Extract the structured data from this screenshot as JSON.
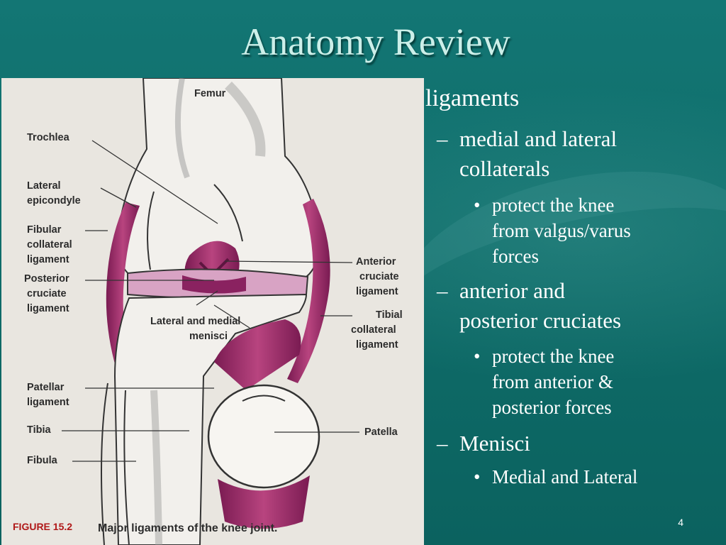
{
  "slide": {
    "title": "Anatomy Review",
    "page_number": "4"
  },
  "figure": {
    "caption_number": "FIGURE 15.2",
    "caption_text": "Major ligaments of the knee joint.",
    "labels": {
      "femur": "Femur",
      "trochlea": "Trochlea",
      "lateral_epicondyle": [
        "Lateral",
        "epicondyle"
      ],
      "fibular_collateral": [
        "Fibular",
        "collateral",
        "ligament"
      ],
      "posterior_cruciate": [
        "Posterior",
        "cruciate",
        "ligament"
      ],
      "menisci": [
        "Lateral and medial",
        "menisci"
      ],
      "anterior_cruciate": [
        "Anterior",
        "cruciate",
        "ligament"
      ],
      "tibial_collateral": [
        "Tibial",
        "collateral",
        "ligament"
      ],
      "patellar": [
        "Patellar",
        "ligament"
      ],
      "tibia": "Tibia",
      "fibula": "Fibula",
      "patella": "Patella"
    }
  },
  "bullets": {
    "level1": "ligaments",
    "sections": [
      {
        "dash": "–",
        "heading": [
          "medial and lateral",
          "collaterals"
        ],
        "bullet": "•",
        "detail": [
          "protect the knee",
          "from valgus/varus",
          "forces"
        ]
      },
      {
        "dash": "–",
        "heading": [
          "anterior and",
          "posterior cruciates"
        ],
        "bullet": "•",
        "detail": [
          "protect the knee",
          "from anterior &",
          "posterior forces"
        ]
      },
      {
        "dash": "–",
        "heading": [
          "Menisci"
        ],
        "bullet": "•",
        "detail": [
          "Medial and Lateral"
        ]
      }
    ]
  },
  "colors": {
    "background": "#0e6b68",
    "title": "#ccefe9",
    "ligament": "#9b2a6a",
    "figure_bg": "#e9e6e0"
  }
}
